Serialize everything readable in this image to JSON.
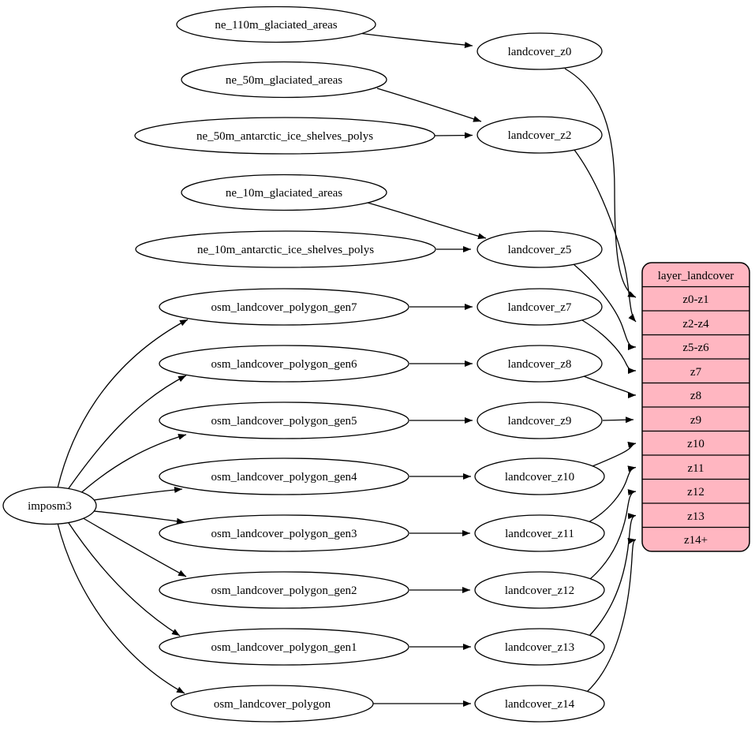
{
  "diagram": {
    "hub": {
      "label": "imposm3"
    },
    "sources": [
      "ne_110m_glaciated_areas",
      "ne_50m_glaciated_areas",
      "ne_50m_antarctic_ice_shelves_polys",
      "ne_10m_glaciated_areas",
      "ne_10m_antarctic_ice_shelves_polys",
      "osm_landcover_polygon_gen7",
      "osm_landcover_polygon_gen6",
      "osm_landcover_polygon_gen5",
      "osm_landcover_polygon_gen4",
      "osm_landcover_polygon_gen3",
      "osm_landcover_polygon_gen2",
      "osm_landcover_polygon_gen1",
      "osm_landcover_polygon"
    ],
    "stages": [
      "landcover_z0",
      "landcover_z2",
      "landcover_z5",
      "landcover_z7",
      "landcover_z8",
      "landcover_z9",
      "landcover_z10",
      "landcover_z11",
      "landcover_z12",
      "landcover_z13",
      "landcover_z14"
    ],
    "table": {
      "header": "layer_landcover",
      "rows": [
        "z0-z1",
        "z2-z4",
        "z5-z6",
        "z7",
        "z8",
        "z9",
        "z10",
        "z11",
        "z12",
        "z13",
        "z14+"
      ]
    },
    "edges": [
      {
        "from": "imposm3",
        "to": "osm_landcover_polygon_gen7"
      },
      {
        "from": "imposm3",
        "to": "osm_landcover_polygon_gen6"
      },
      {
        "from": "imposm3",
        "to": "osm_landcover_polygon_gen5"
      },
      {
        "from": "imposm3",
        "to": "osm_landcover_polygon_gen4"
      },
      {
        "from": "imposm3",
        "to": "osm_landcover_polygon_gen3"
      },
      {
        "from": "imposm3",
        "to": "osm_landcover_polygon_gen2"
      },
      {
        "from": "imposm3",
        "to": "osm_landcover_polygon_gen1"
      },
      {
        "from": "imposm3",
        "to": "osm_landcover_polygon"
      },
      {
        "from": "ne_110m_glaciated_areas",
        "to": "landcover_z0"
      },
      {
        "from": "ne_50m_glaciated_areas",
        "to": "landcover_z2"
      },
      {
        "from": "ne_50m_antarctic_ice_shelves_polys",
        "to": "landcover_z2"
      },
      {
        "from": "ne_10m_glaciated_areas",
        "to": "landcover_z5"
      },
      {
        "from": "ne_10m_antarctic_ice_shelves_polys",
        "to": "landcover_z5"
      },
      {
        "from": "osm_landcover_polygon_gen7",
        "to": "landcover_z7"
      },
      {
        "from": "osm_landcover_polygon_gen6",
        "to": "landcover_z8"
      },
      {
        "from": "osm_landcover_polygon_gen5",
        "to": "landcover_z9"
      },
      {
        "from": "osm_landcover_polygon_gen4",
        "to": "landcover_z10"
      },
      {
        "from": "osm_landcover_polygon_gen3",
        "to": "landcover_z11"
      },
      {
        "from": "osm_landcover_polygon_gen2",
        "to": "landcover_z12"
      },
      {
        "from": "osm_landcover_polygon_gen1",
        "to": "landcover_z13"
      },
      {
        "from": "osm_landcover_polygon",
        "to": "landcover_z14"
      },
      {
        "from": "landcover_z0",
        "to": "layer_landcover:z0-z1"
      },
      {
        "from": "landcover_z2",
        "to": "layer_landcover:z2-z4"
      },
      {
        "from": "landcover_z5",
        "to": "layer_landcover:z5-z6"
      },
      {
        "from": "landcover_z7",
        "to": "layer_landcover:z7"
      },
      {
        "from": "landcover_z8",
        "to": "layer_landcover:z8"
      },
      {
        "from": "landcover_z9",
        "to": "layer_landcover:z9"
      },
      {
        "from": "landcover_z10",
        "to": "layer_landcover:z10"
      },
      {
        "from": "landcover_z11",
        "to": "layer_landcover:z11"
      },
      {
        "from": "landcover_z12",
        "to": "layer_landcover:z12"
      },
      {
        "from": "landcover_z13",
        "to": "layer_landcover:z13"
      },
      {
        "from": "landcover_z14",
        "to": "layer_landcover:z14+"
      }
    ],
    "colors": {
      "background": "#ffffff",
      "node_fill": "#ffffff",
      "node_stroke": "#000000",
      "edge": "#000000",
      "table_fill": "#ffb6c1",
      "text": "#000000"
    }
  }
}
